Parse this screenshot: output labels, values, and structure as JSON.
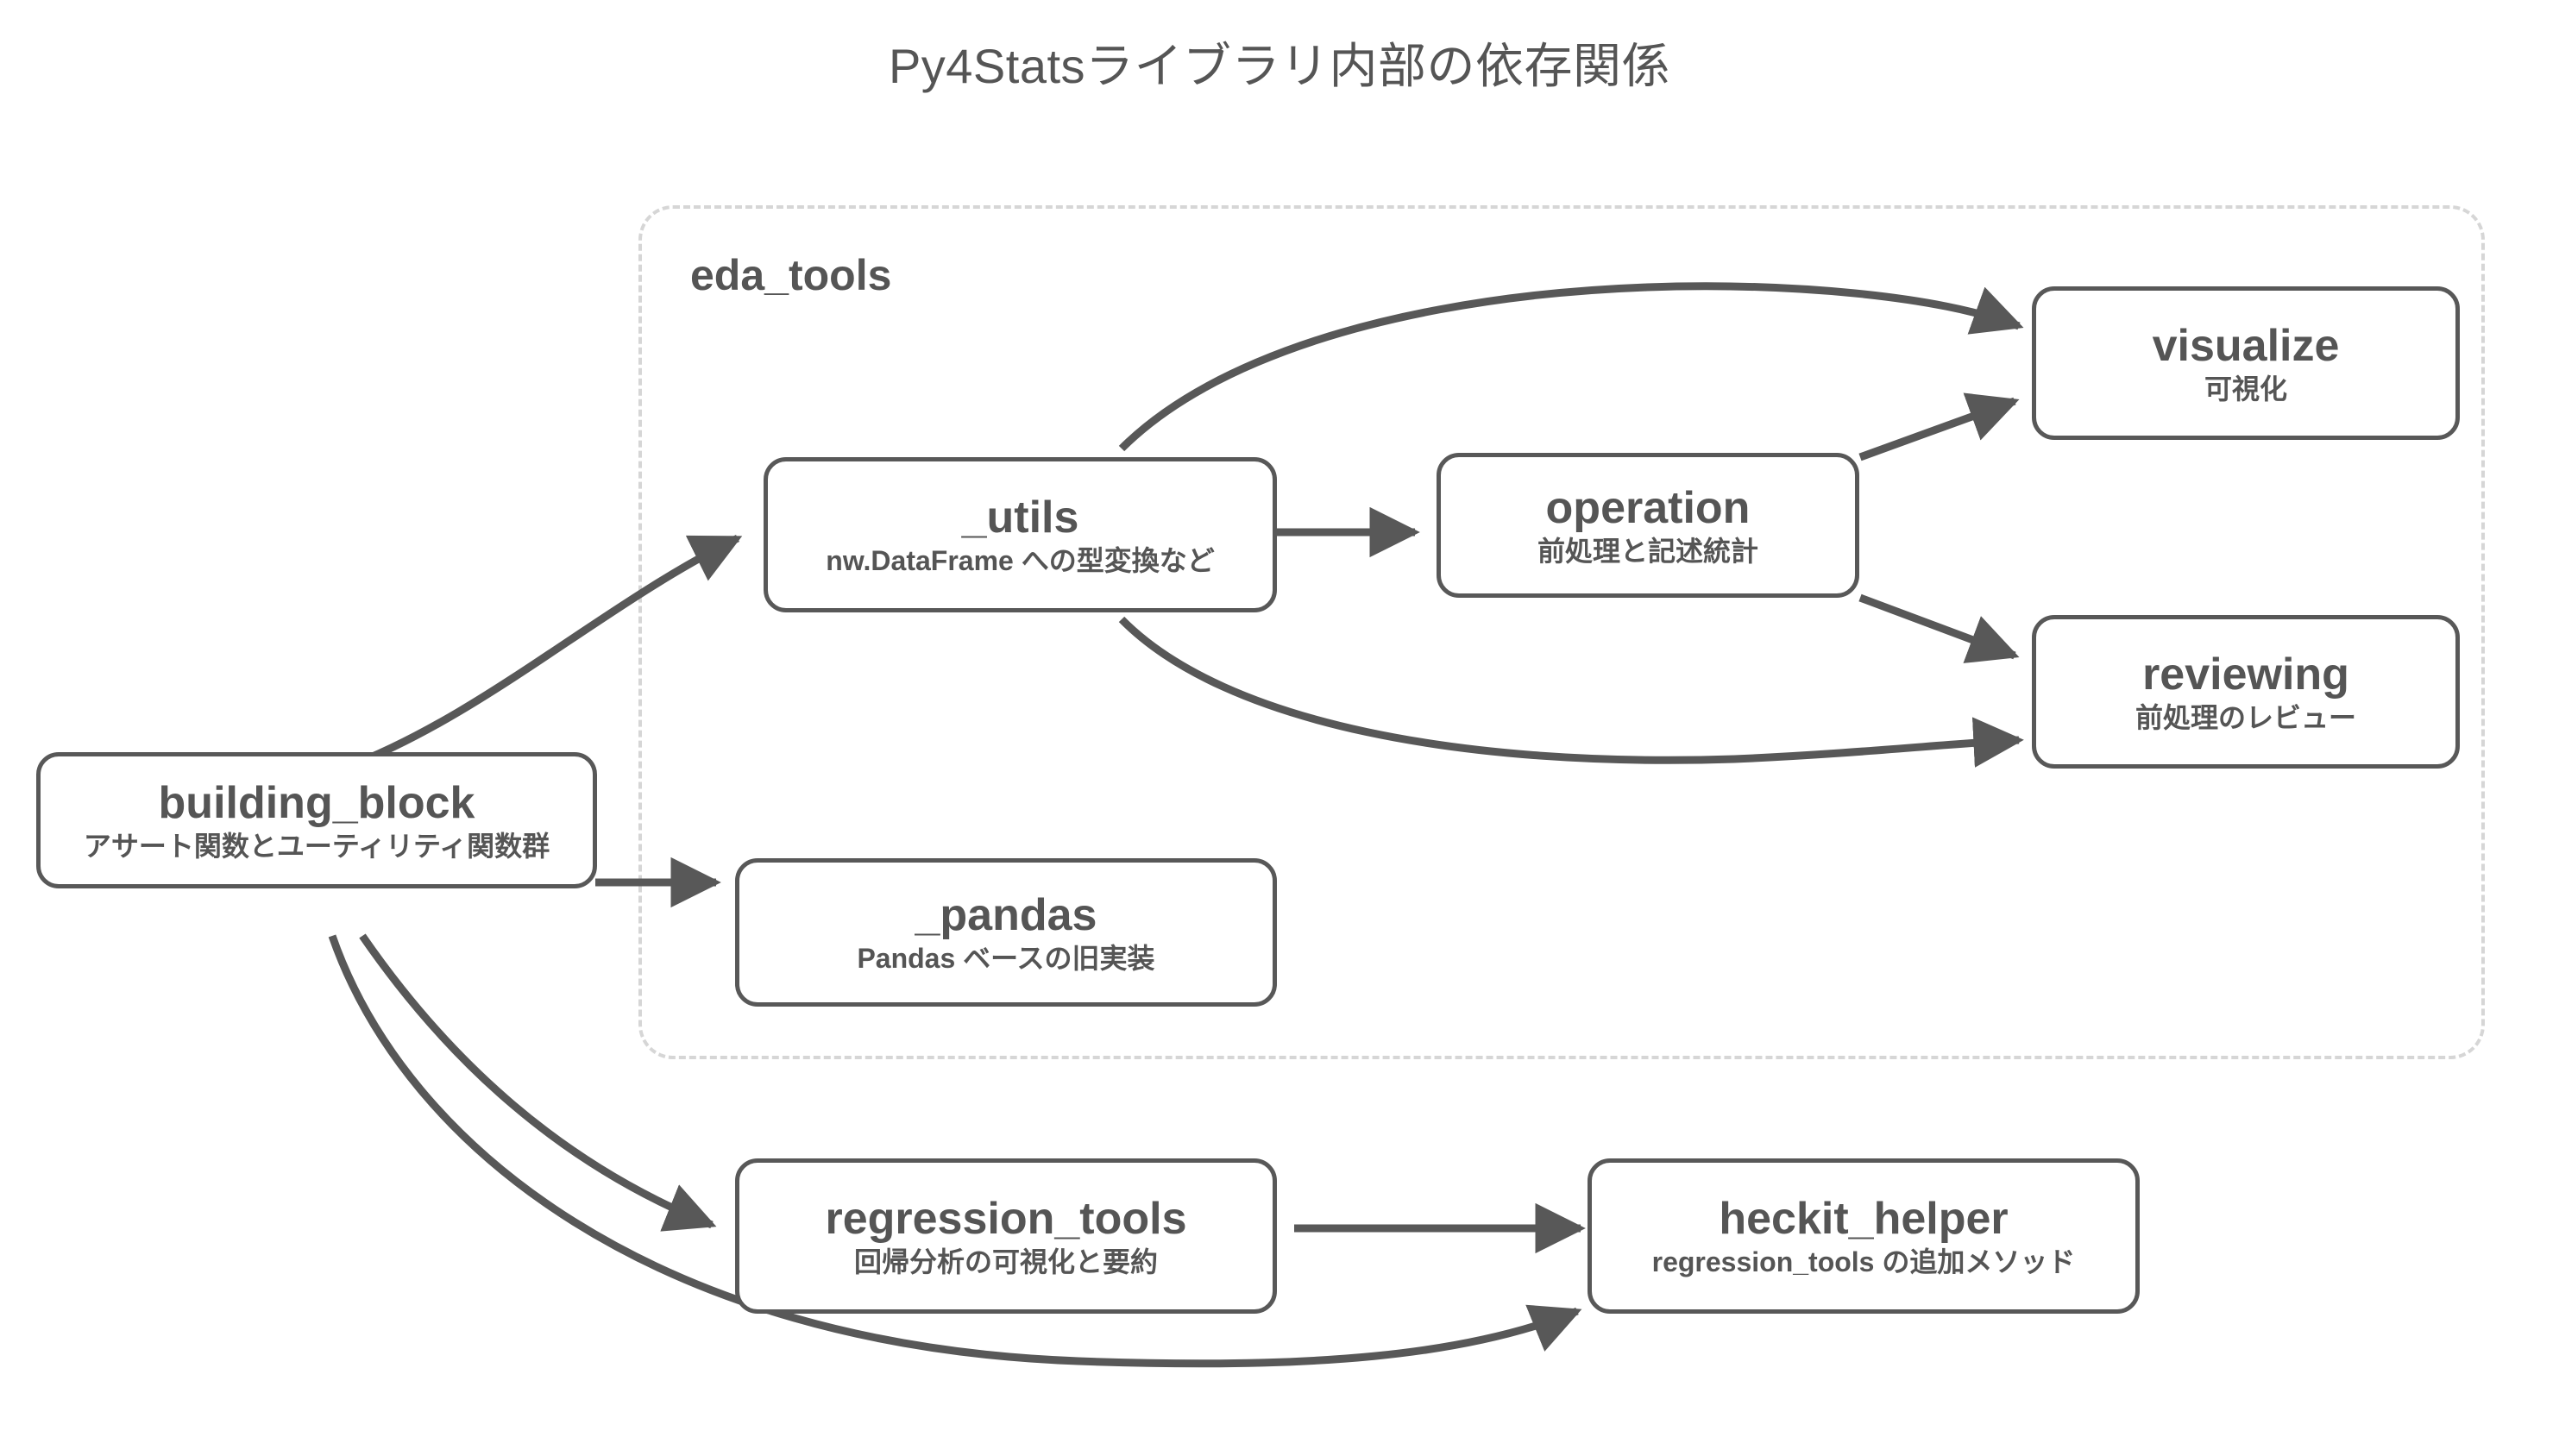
{
  "title": "Py4Statsライブラリ内部の依存関係",
  "colors": {
    "node_border": "#585858",
    "node_fill": "#ffffff",
    "text": "#555555",
    "edge": "#585858",
    "cluster_border": "#d6d6d6",
    "background": "#ffffff"
  },
  "cluster": {
    "label": "eda_tools"
  },
  "nodes": [
    {
      "id": "building_block",
      "title": "building_block",
      "subtitle": "アサート関数とユーティリティ関数群"
    },
    {
      "id": "utils",
      "title": "_utils",
      "subtitle": "nw.DataFrame への型変換など"
    },
    {
      "id": "operation",
      "title": "operation",
      "subtitle": "前処理と記述統計"
    },
    {
      "id": "visualize",
      "title": "visualize",
      "subtitle": "可視化"
    },
    {
      "id": "reviewing",
      "title": "reviewing",
      "subtitle": "前処理のレビュー"
    },
    {
      "id": "pandas",
      "title": "_pandas",
      "subtitle": "Pandas ベースの旧実装"
    },
    {
      "id": "regression_tools",
      "title": "regression_tools",
      "subtitle": "回帰分析の可視化と要約"
    },
    {
      "id": "heckit_helper",
      "title": "heckit_helper",
      "subtitle": "regression_tools の追加メソッド"
    }
  ],
  "edges": [
    {
      "from": "building_block",
      "to": "utils"
    },
    {
      "from": "building_block",
      "to": "_pandas"
    },
    {
      "from": "building_block",
      "to": "regression_tools"
    },
    {
      "from": "building_block",
      "to": "heckit_helper"
    },
    {
      "from": "utils",
      "to": "operation"
    },
    {
      "from": "utils",
      "to": "visualize"
    },
    {
      "from": "utils",
      "to": "reviewing"
    },
    {
      "from": "operation",
      "to": "visualize"
    },
    {
      "from": "operation",
      "to": "reviewing"
    },
    {
      "from": "regression_tools",
      "to": "heckit_helper"
    }
  ]
}
